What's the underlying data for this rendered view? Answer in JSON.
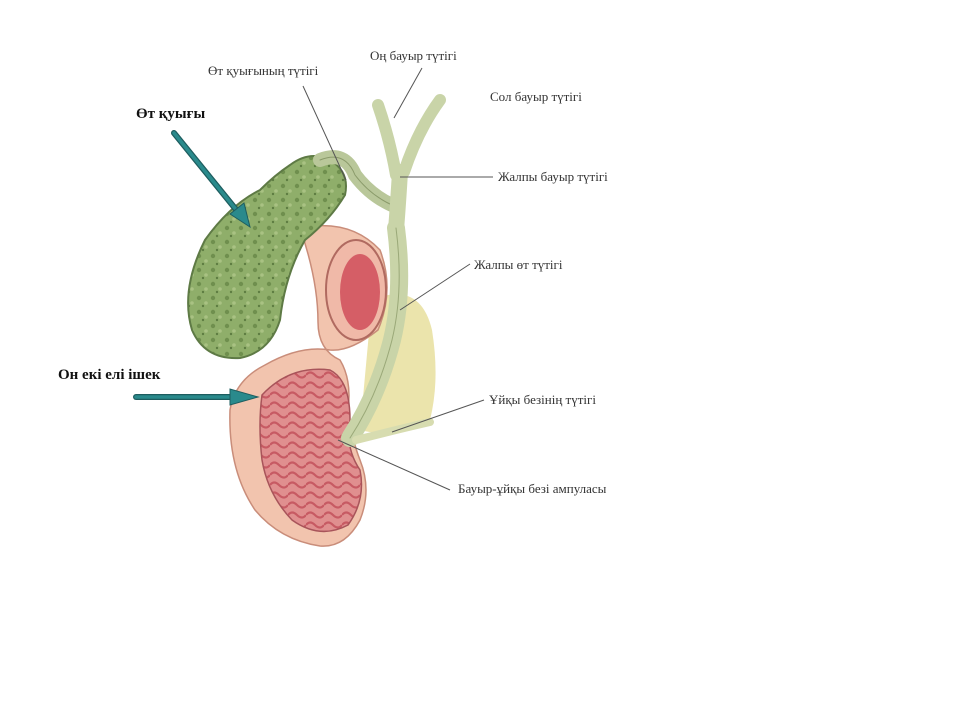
{
  "labels": {
    "right_hepatic_duct": "Оң бауыр түтігі",
    "cystic_duct": "Өт қуығының түтігі",
    "left_hepatic_duct": "Сол бауыр түтігі",
    "gallbladder": "Өт қуығы",
    "common_hepatic_duct": "Жалпы бауыр түтігі",
    "common_bile_duct": "Жалпы өт түтігі",
    "duodenum": "Он екі елі ішек",
    "pancreatic_duct": "Ұйқы безінің түтігі",
    "hepatopancreatic_ampulla": "Бауыр-ұйқы безі ампуласы"
  },
  "colors": {
    "gallbladder": "#8fae6a",
    "duct": "#c9d4a8",
    "duodenum_outer": "#f2c4ae",
    "duodenum_inner": "#d9727a",
    "arrow": "#2a8a8c",
    "leader_line": "#555555"
  }
}
